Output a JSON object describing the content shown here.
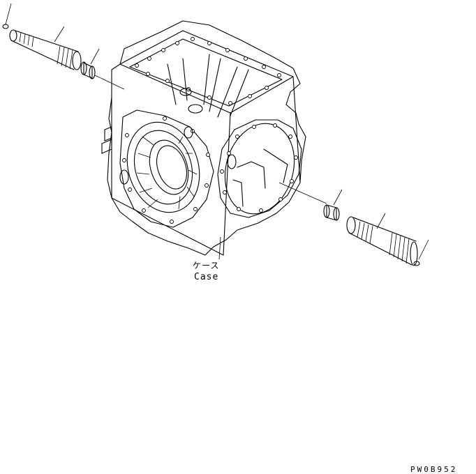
{
  "part": {
    "name_jp": "ケース",
    "name_en": "Case"
  },
  "drawing_code": "PW0B952"
}
